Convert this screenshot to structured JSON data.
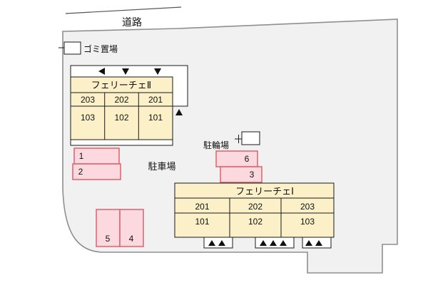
{
  "colors": {
    "plot_fill": "#f1f1f1",
    "plot_stroke": "#8f8f8f",
    "building_fill": "#fbf0c7",
    "stall_fill": "#fbd9de",
    "stall_border": "#e0606e",
    "line": "#1a1a1a"
  },
  "labels": {
    "road": "道路",
    "garbage": "ゴミ置場",
    "bicycle": "駐輪場",
    "parking": "駐車場"
  },
  "felice2": {
    "title": "フェリーチェⅡ",
    "rooms_upper": [
      "203",
      "202",
      "201"
    ],
    "rooms_lower": [
      "103",
      "102",
      "101"
    ]
  },
  "felice1": {
    "title": "フェリーチェⅠ",
    "rooms_upper": [
      "201",
      "202",
      "203"
    ],
    "rooms_lower": [
      "101",
      "102",
      "103"
    ]
  },
  "stalls": {
    "s1": "1",
    "s2": "2",
    "s3": "3",
    "s4": "4",
    "s5": "5",
    "s6": "6"
  },
  "icons": {
    "arrow_left": "◀",
    "arrow_down": "▼",
    "arrow_up": "▲"
  }
}
